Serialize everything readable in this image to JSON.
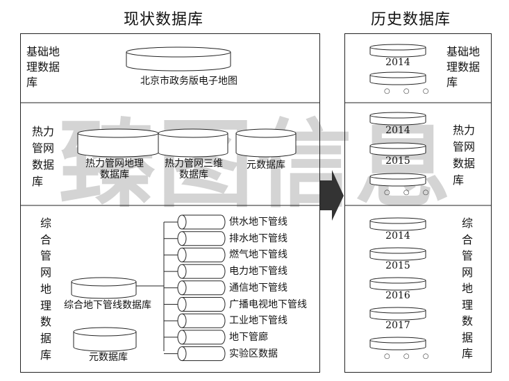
{
  "titles": {
    "current": "现状数据库",
    "history": "历史数据库"
  },
  "current": {
    "base": {
      "label": "基础地\n理数据\n库",
      "map_db": "北京市政务版电子地图"
    },
    "heat": {
      "label": "热力\n管网\n数据\n库",
      "geo_db": "热力管网地理\n数据库",
      "d3_db": "热力管网三维\n数据库",
      "meta_db": "元数据库"
    },
    "utility": {
      "label": "综\n合\n管\n网\n地\n理\n数\n据\n库",
      "main_db": "综合地下管线数据库",
      "meta_db": "元数据库",
      "pipes": [
        "供水地下管线",
        "排水地下管线",
        "燃气地下管线",
        "电力地下管线",
        "通信地下管线",
        "广播电视地下管线",
        "工业地下管线",
        "地下管廊",
        "实验区数据"
      ]
    }
  },
  "history": {
    "base": {
      "label": "基础地\n理数据\n库",
      "years": [
        "2014"
      ],
      "dots": "○ ○ ○"
    },
    "heat": {
      "label": "热力\n管网\n数据\n库",
      "years": [
        "2014",
        "2015"
      ],
      "dots": "○ ○ ○"
    },
    "utility": {
      "label": "综\n合\n管\n网\n地\n理\n数\n据\n库",
      "years": [
        "2014",
        "2015",
        "2016",
        "2017"
      ],
      "dots": "○ ○ ○"
    }
  },
  "watermark": "臻图信息"
}
